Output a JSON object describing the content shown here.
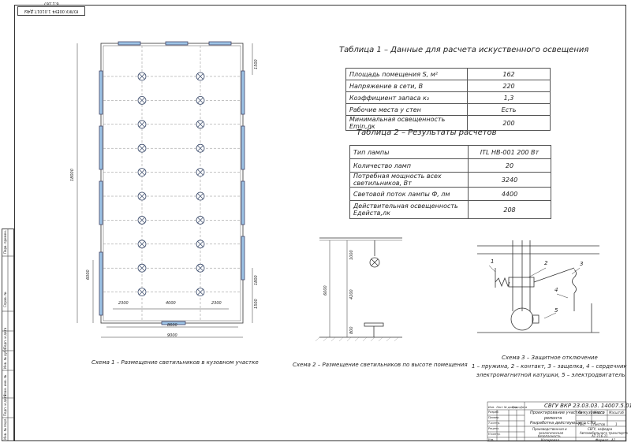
{
  "sheet": {
    "top_stamp": "ЮЛКУ.00ЕУ4 1.01017.Д4Ы 6.1.167"
  },
  "table1": {
    "title": "Таблица 1 – Данные для расчета искуственного освещения",
    "rows": [
      {
        "label": "Площадь помещения S, м²",
        "value": "162"
      },
      {
        "label": "Напряжение в сети, В",
        "value": "220"
      },
      {
        "label": "Коэффициент запаса к₃",
        "value": "1,3"
      },
      {
        "label": "Рабочие места у стен",
        "value": "Есть"
      },
      {
        "label": "Минимальная освещенность Еmin,лк",
        "value": "200"
      }
    ]
  },
  "table2": {
    "title": "Таблица 2 – Результаты расчетов",
    "rows": [
      {
        "label": "Тип лампы",
        "value": "ITL НВ-001 200 Вт"
      },
      {
        "label": "Количество ламп",
        "value": "20"
      },
      {
        "label": "Потребная мощность всех светильников, Вт",
        "value": "3240"
      },
      {
        "label": "Световой поток лампы Ф, лм",
        "value": "4400"
      },
      {
        "label": "Действительная освещенность Едейств,лк",
        "value": "208"
      }
    ]
  },
  "scheme1": {
    "caption": "Схема 1 –  Размещение светильников в кузовном участке",
    "dims": {
      "height_total": "18000",
      "left_6000": "6000",
      "top_1500": "1500",
      "right_1800": "1800",
      "right_1500": "1500",
      "spacing_2300a": "2300",
      "spacing_4000": "4000",
      "spacing_2300b": "2300",
      "width_8600": "8600",
      "width_9000": "9000"
    },
    "lamp_rows": 10,
    "lamp_cols": 2
  },
  "scheme2": {
    "caption": "Схема 2 – Размещение светильников по высоте помещения",
    "dims": {
      "total": "6000",
      "top": "1000",
      "mid": "4200",
      "bottom": "800"
    }
  },
  "scheme3": {
    "caption_line1": "Схема 3 – Защитное отключение",
    "caption_line2": "1 – пружина, 2 – контакт, 3 – защелка, 4 – сердечник",
    "caption_line3": "электромагнитной катушки, 5 – электродвигатель",
    "labels": [
      "1",
      "2",
      "3",
      "4",
      "5"
    ]
  },
  "title_block": {
    "code": "СВГУ ВКР 23.03.03. 14007.5.0101",
    "title_line1": "Проектирование участка кузовного",
    "title_line2": "ремонта",
    "title_line3": "Разработка действующего СТО",
    "subtitle_line1": "Производственная и",
    "subtitle_line2": "экологическая",
    "subtitle_line3": "безопасность",
    "roles": [
      "Изм.",
      "Лист",
      "№ докум.",
      "Подп.",
      "Дата",
      "Разраб.",
      "Провер.",
      "Т.контр.",
      "Реценз.",
      "Н.контр.",
      "Утв."
    ],
    "stage_headers": [
      "Лит.",
      "Масса",
      "Масштаб"
    ],
    "sheet_label": "Лист",
    "sheets_label": "Листов",
    "sheets_count": "1",
    "org_line1": "СВГУ, кафедра",
    "org_line2": "Автомобильного транспорта",
    "org_line3": "АТ-116-11",
    "format_label": "Формат",
    "format_value": "А1",
    "copied_label": "Копировал"
  },
  "left_strip": {
    "labels": [
      "Перв. примен.",
      "Справ. №",
      "Подп. и дата",
      "Инв. № дубл.",
      "Взам. инв. №",
      "Подп. и дата",
      "Инв. № подл."
    ]
  }
}
